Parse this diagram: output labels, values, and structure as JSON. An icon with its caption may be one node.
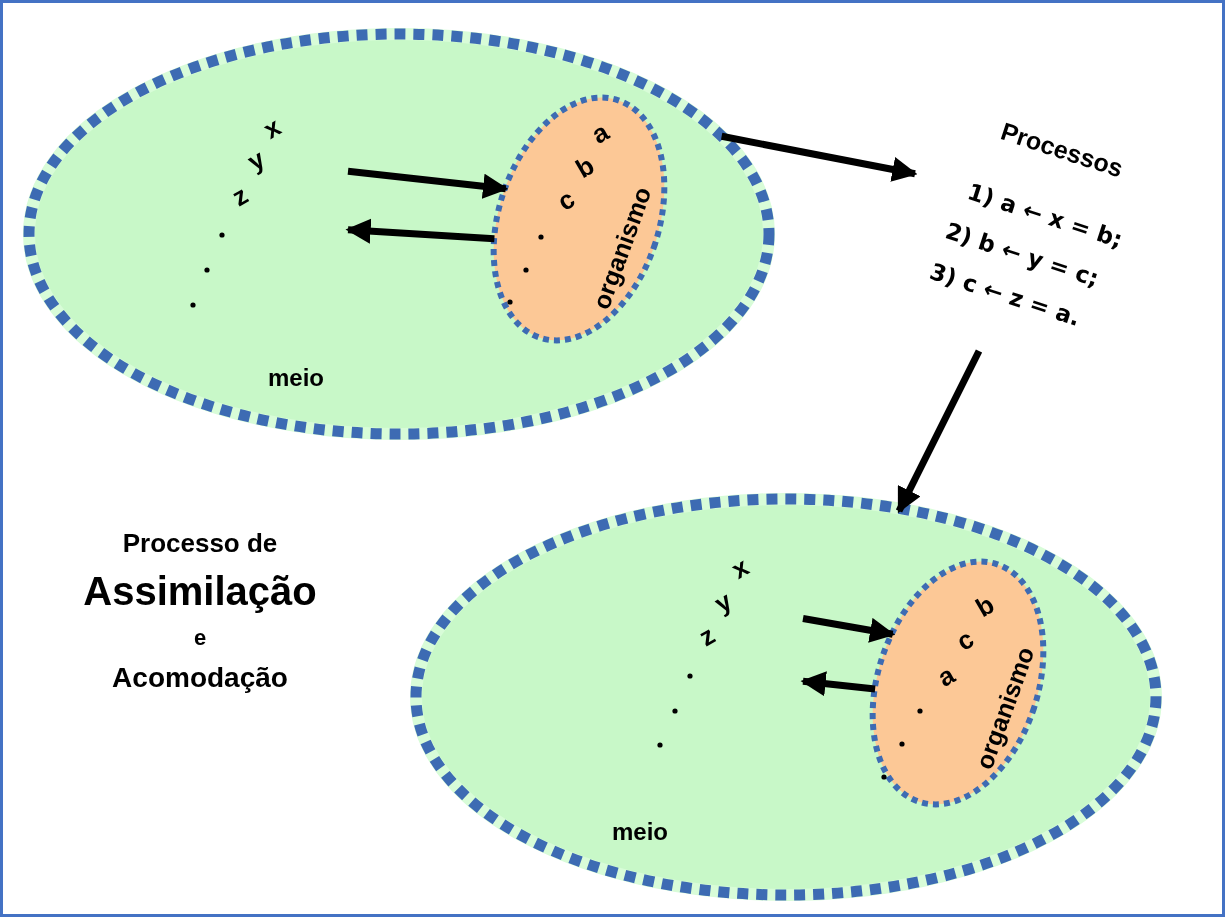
{
  "diagram": {
    "nodes": [
      {
        "text": [
          "meio"
        ]
      },
      {
        "text": [
          "a",
          "b",
          "c",
          "organismo"
        ],
        "in": 0
      },
      {
        "text": [
          "x",
          "y",
          "z"
        ],
        "in": 0
      },
      {
        "text": [
          "Processos",
          "1) a ← x = b;",
          "2) b ← y = c;",
          "3) c ← z = a."
        ]
      },
      {
        "text": [
          "meio"
        ]
      },
      {
        "text": [
          "b",
          "c",
          "a",
          "organismo"
        ],
        "in": 4
      },
      {
        "text": [
          "x",
          "y",
          "z"
        ],
        "in": 4
      }
    ],
    "edges": [
      {
        "from": 2,
        "to": 1,
        "arrow": "to"
      },
      {
        "from": 1,
        "to": 2,
        "arrow": "to"
      },
      {
        "from": 0,
        "to": 3,
        "arrow": "to"
      },
      {
        "from": 3,
        "to": 4,
        "arrow": "to"
      },
      {
        "from": 6,
        "to": 5,
        "arrow": "to"
      },
      {
        "from": 5,
        "to": 6,
        "arrow": "to"
      }
    ],
    "labels": [
      "Processo de",
      "Assimilação",
      "e",
      "Acomodação"
    ]
  }
}
